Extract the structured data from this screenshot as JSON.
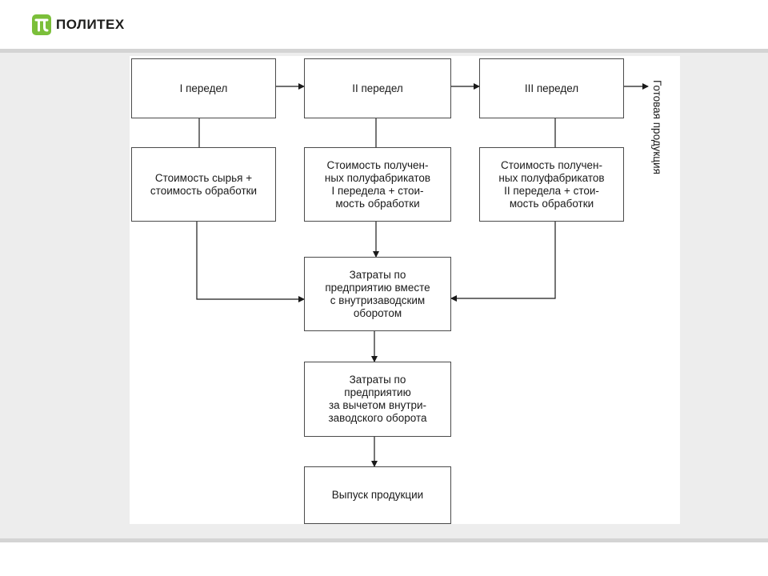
{
  "header": {
    "logo_text": "ПОЛИТЕХ",
    "brand_color": "#7bbf3a"
  },
  "diagram": {
    "stage1": "I передел",
    "stage2": "II передел",
    "stage3": "III передел",
    "finished_products": "Готовая продукция",
    "cost1": "Стоимость сырья +\nстоимость обработки",
    "cost2": "Стоимость получен-\nных полуфабрикатов\nI передела + стои-\nмость обработки",
    "cost3": "Стоимость получен-\nных полуфабрикатов\nII передела + стои-\nмость обработки",
    "costs_with_turnover": "Затраты по\nпредприятию вместе\nс внутризаводским\nоборотом",
    "costs_net": "Затраты по\nпредприятию\nза вычетом внутри-\nзаводского оборота",
    "output": "Выпуск продукции"
  }
}
